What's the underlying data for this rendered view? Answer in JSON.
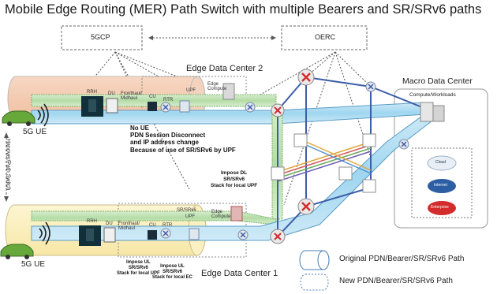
{
  "title": "Mobile Edge Routing (MER) Path Switch with multiple Bearers and SR/SRv6 paths",
  "controllers": {
    "left": "5GCP",
    "right": "OERC"
  },
  "edge_dc2": {
    "label": "Edge Data Center 2",
    "compute_label": "Edge\nCompute",
    "rrh": "RRH",
    "du": "DU",
    "fronthaul": "Fronthaul/\nMidhaul",
    "cu": "CU",
    "rtr": "RTR",
    "upf": "UPF"
  },
  "edge_dc1": {
    "label": "Edge Data Center 1",
    "compute_label": "Edge\nCompute",
    "rrh": "RRH",
    "du": "DU",
    "fronthaul": "Fronthaul/\nMidhaul",
    "cu": "CU",
    "rtr": "RTR",
    "upf": "UPF",
    "srv6": "SR/SRv6"
  },
  "macro_dc": {
    "label": "Macro Data Center",
    "compute_label": "Compute/Workloads",
    "clouds": [
      "Cloud",
      "Internet",
      "Enterprise"
    ]
  },
  "ue_top": "5G UE",
  "ue_bottom": "5G UE",
  "handover": "Hanover/Path Switch",
  "note_center": "No UE\nPDN Session Disconnect\nand IP address change\nBecause of use of SR/SRv6 by UPF",
  "impose_dl": "Impose DL\nSR/SRv6\nStack for local UPF",
  "impose_ul_upf": "Impose UL\nSR/SRv6\nStack for local UPF",
  "impose_ul_ec": "Impose UL\nSR/SRv6\nStack for local EC",
  "legend": {
    "original": "Original PDN/Bearer/SR/SRv6 Path",
    "new": "New PDN/Bearer/SR/SRv6 Path"
  }
}
